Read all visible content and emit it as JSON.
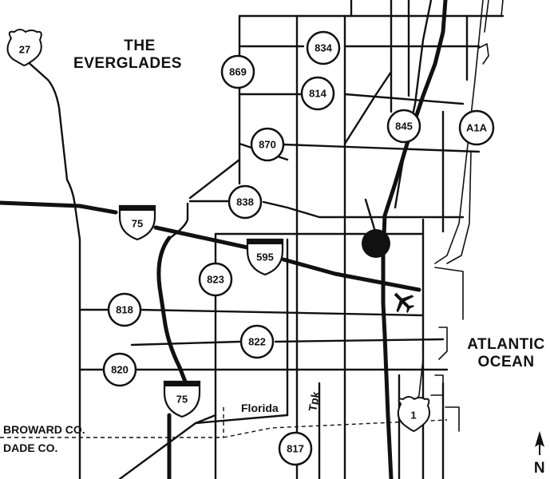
{
  "labels": {
    "everglades_line1": "THE",
    "everglades_line2": "EVERGLADES",
    "ocean_line1": "ATLANTIC",
    "ocean_line2": "OCEAN",
    "turnpike_florida": "Florida",
    "turnpike_tpk": "Tpk",
    "broward": "BROWARD CO.",
    "dade": "DADE CO.",
    "north": "N"
  },
  "routes": {
    "us27": "27",
    "sr834": "834",
    "sr869": "869",
    "sr814": "814",
    "sr845": "845",
    "a1a": "A1A",
    "sr870": "870",
    "sr838": "838",
    "i75_north": "75",
    "i595": "595",
    "sr823": "823",
    "sr818": "818",
    "sr822": "822",
    "sr820": "820",
    "i75_south": "75",
    "us1": "1",
    "sr817": "817"
  },
  "icons": {
    "airport": "airplane-icon",
    "location": "location-marker-icon",
    "north_arrow": "north-arrow-icon"
  }
}
